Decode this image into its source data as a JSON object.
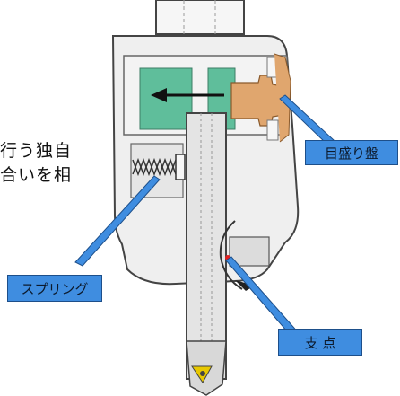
{
  "text_fragments": {
    "line1": "行う独自",
    "line2": "合いを相"
  },
  "callouts": {
    "dial": "目盛り盤",
    "spring": "スプリング",
    "fulcrum": "支 点"
  },
  "colors": {
    "green_block": "#5fbe9b",
    "orange_block": "#e0a66e",
    "body_grey": "#efefef",
    "outline": "#444444",
    "callout_blue": "#3f8de0",
    "fulcrum_dot": "#e02020",
    "insert_yellow": "#e8c800"
  }
}
